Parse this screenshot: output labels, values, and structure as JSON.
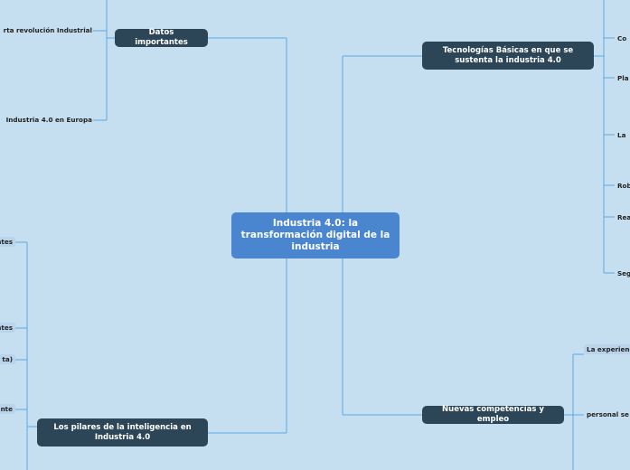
{
  "center": {
    "label": "Industria 4.0: la transformación digital de la industria"
  },
  "branches": {
    "datos": {
      "label": "Datos importantes"
    },
    "tecnologias": {
      "label": "Tecnologías Básicas en que se sustenta la industria 4.0"
    },
    "competencias": {
      "label": "Nuevas competencias y empleo"
    },
    "pilares": {
      "label": "Los pilares de la inteligencia en Industria 4.0"
    }
  },
  "leaves": {
    "datos": [
      "rta revolución Industrial",
      "Industria 4.0 en Europa"
    ],
    "tecnologias": [
      "Co",
      "Pla",
      "La",
      "Rob",
      "Rea",
      "Seg"
    ],
    "competencias": [
      "La experiencia",
      "personal se"
    ],
    "pilares": [
      "ntes",
      "ntes",
      "ta)",
      "nte"
    ]
  },
  "colors": {
    "background": "#c5dff0",
    "center": "#4a86d0",
    "branch": "#2c4657",
    "connector": "#5aaae6"
  }
}
